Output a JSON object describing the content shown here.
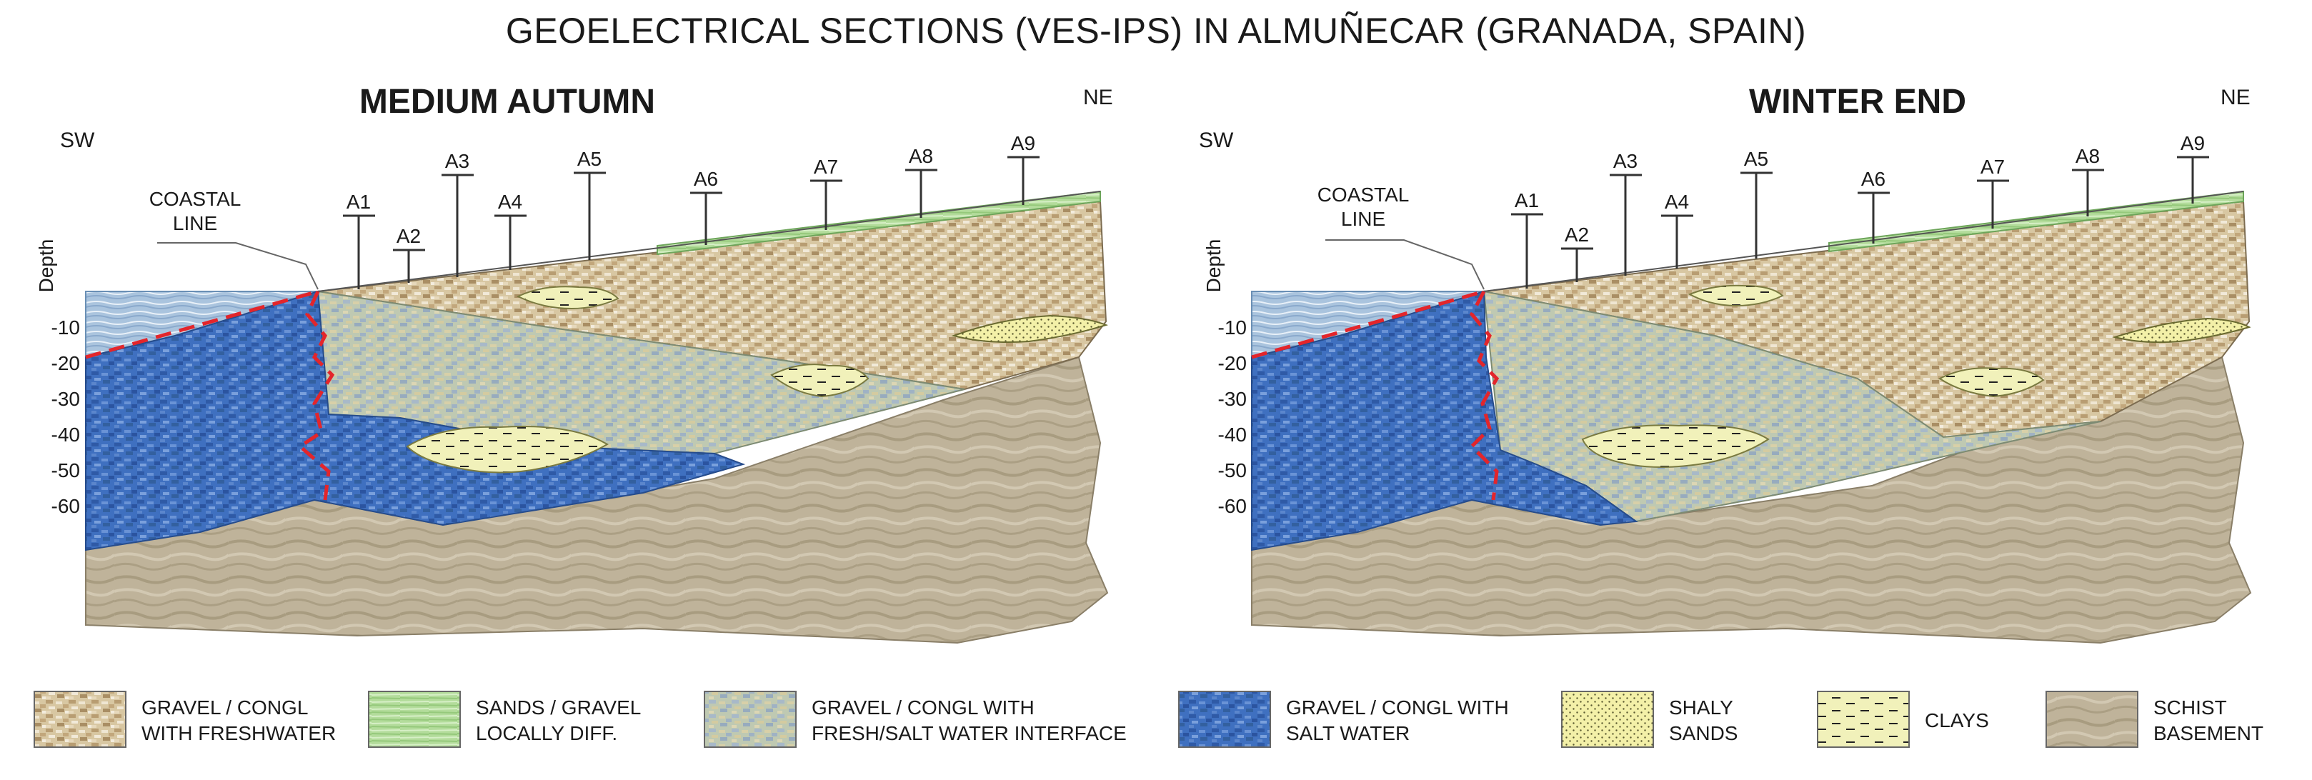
{
  "title": "GEOELECTRICAL SECTIONS (VES-IPS) IN ALMUÑECAR (GRANADA, SPAIN)",
  "colors": {
    "heading_red": "#c0272d",
    "freshwater_gravel": "#d8c7a2",
    "sands_gravel": "#b3dc9b",
    "interface": "#bfc9b2",
    "saltwater": "#3f70c0",
    "sea": "#aac4de",
    "shaly_sands": "#f3f0a8",
    "clays": "#f1f1ba",
    "schist": "#bfb39a",
    "dashed_boundary": "#e3252b"
  },
  "sections": [
    {
      "heading": "MEDIUM AUTUMN",
      "sw_label": "SW",
      "ne_label": "NE",
      "coastal_line": [
        "COASTAL",
        "LINE"
      ],
      "depth_label": "Depth",
      "depth_ticks": [
        "-10",
        "-20",
        "-30",
        "-40",
        "-50",
        "-60"
      ],
      "stations": [
        "A1",
        "A2",
        "A3",
        "A4",
        "A5",
        "A6",
        "A7",
        "A8",
        "A9"
      ]
    },
    {
      "heading": "WINTER END",
      "sw_label": "SW",
      "ne_label": "NE",
      "coastal_line": [
        "COASTAL",
        "LINE"
      ],
      "depth_label": "Depth",
      "depth_ticks": [
        "-10",
        "-20",
        "-30",
        "-40",
        "-50",
        "-60"
      ],
      "stations": [
        "A1",
        "A2",
        "A3",
        "A4",
        "A5",
        "A6",
        "A7",
        "A8",
        "A9"
      ]
    }
  ],
  "legend": [
    {
      "lines": [
        "GRAVEL / CONGL",
        "WITH FRESHWATER"
      ],
      "pattern": "freshwater_gravel"
    },
    {
      "lines": [
        "SANDS / GRAVEL",
        "LOCALLY DIFF."
      ],
      "pattern": "sands_gravel"
    },
    {
      "lines": [
        "GRAVEL / CONGL WITH",
        "FRESH/SALT WATER INTERFACE"
      ],
      "pattern": "interface"
    },
    {
      "lines": [
        "GRAVEL / CONGL WITH",
        "SALT WATER"
      ],
      "pattern": "saltwater"
    },
    {
      "lines": [
        "SHALY",
        "SANDS"
      ],
      "pattern": "shaly_sands"
    },
    {
      "lines": [
        "CLAYS"
      ],
      "pattern": "clays"
    },
    {
      "lines": [
        "SCHIST",
        "BASEMENT"
      ],
      "pattern": "schist"
    }
  ]
}
